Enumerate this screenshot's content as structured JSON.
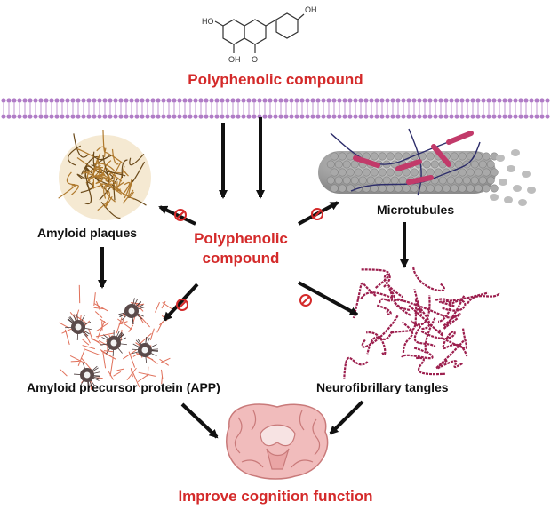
{
  "labels": {
    "top_compound": "Polyphenolic compound",
    "center_compound_line1": "Polyphenolic",
    "center_compound_line2": "compound",
    "amyloid_plaques": "Amyloid plaques",
    "microtubules": "Microtubules",
    "app": "Amyloid precursor protein (APP)",
    "neurofibrillary_tangles": "Neurofibrillary tangles",
    "outcome": "Improve cognition function"
  },
  "molecule": {
    "substituents": [
      "HO",
      "OH",
      "OH",
      "O"
    ]
  },
  "colors": {
    "accent_red": "#d42a2a",
    "membrane": "#b07cc6",
    "plaque": "#b07a2e",
    "tangle": "#9c1f4e",
    "brain": "#f0b6b6",
    "app_network": "#e0705a"
  },
  "icons": [
    "molecule-icon",
    "membrane-icon",
    "amyloid-plaque-icon",
    "microtubule-icon",
    "app-network-icon",
    "tangle-icon",
    "brain-icon",
    "inhibition-icon"
  ]
}
